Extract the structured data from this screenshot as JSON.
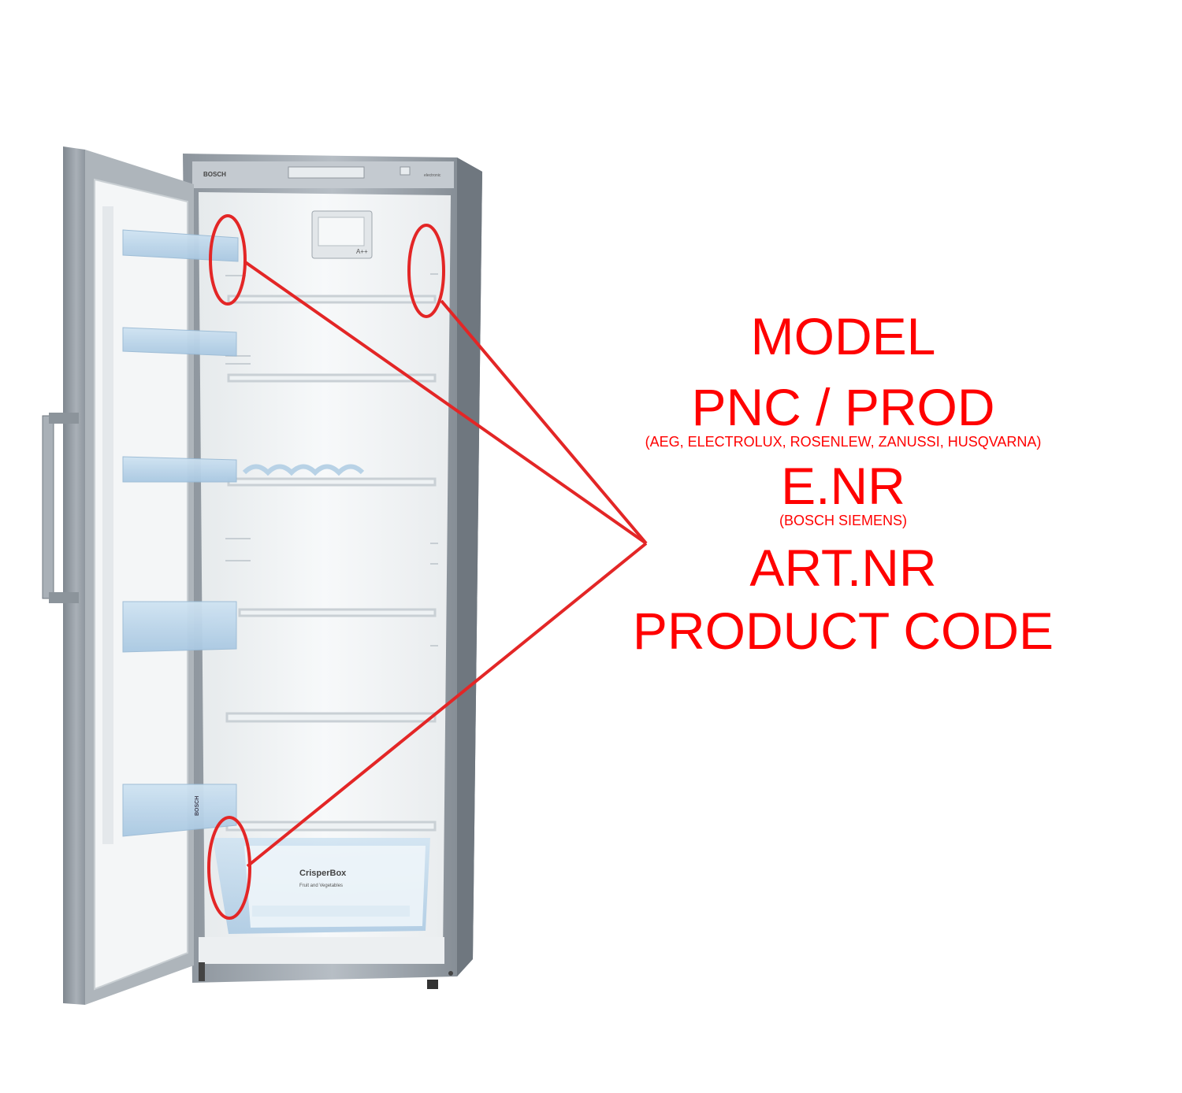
{
  "labels": {
    "model": "MODEL",
    "pnc": "PNC / PROD",
    "pnc_brands": "(AEG, ELECTROLUX, ROSENLEW, ZANUSSI, HUSQVARNA)",
    "enr": "E.NR",
    "enr_brands": "(BOSCH SIEMENS)",
    "artnr": "ART.NR",
    "product_code": "PRODUCT CODE"
  },
  "fridge": {
    "brand_top": "BOSCH",
    "brand_door": "BOSCH",
    "top_right_text": "electronic",
    "energy_label": "A++",
    "crisper_title": "CrisperBox",
    "crisper_subtitle": "Fruit and Vegetables"
  },
  "colors": {
    "annotation": "#ff0000",
    "steel": "#9aa3ad",
    "interior": "#f2f4f5"
  }
}
